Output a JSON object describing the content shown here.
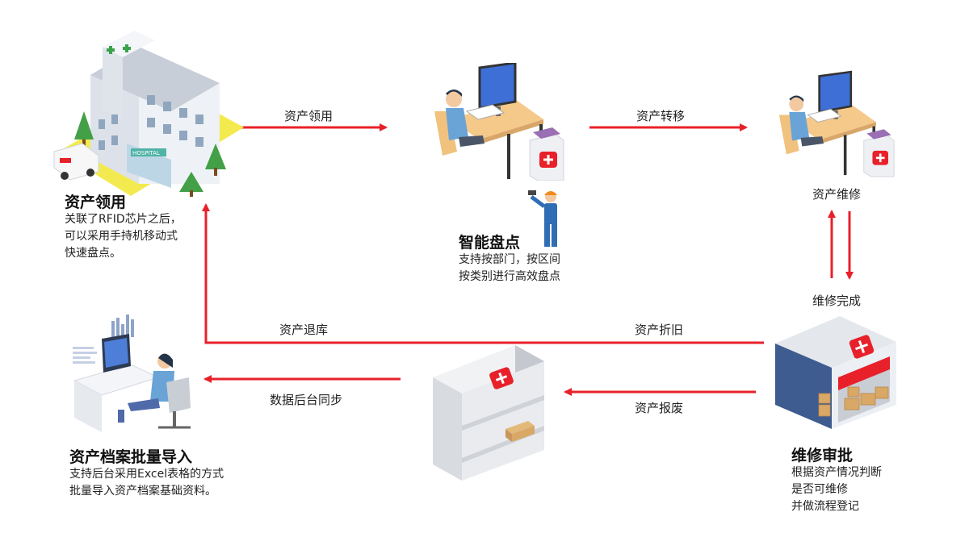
{
  "colors": {
    "accent": "#e8202a",
    "text": "#222222"
  },
  "nodes": {
    "hospital": {
      "title": "资产领用",
      "desc": [
        "关联了RFID芯片之后，",
        "可以采用手持机移动式",
        "快速盘点。"
      ],
      "icon": "hospital-building-icon"
    },
    "inventory": {
      "title": "智能盘点",
      "desc": [
        "支持按部门，按区间",
        "按类别进行高效盘点"
      ],
      "icon": "office-desk-worker-icon"
    },
    "repair_desk": {
      "caption": "资产维修",
      "icon": "office-desk-worker-icon"
    },
    "approval": {
      "title": "维修审批",
      "desc": [
        "根据资产情况判断",
        "是否可维修",
        "并做流程登记"
      ],
      "icon": "warehouse-icon"
    },
    "shelf": {
      "icon": "storage-shelf-icon"
    },
    "import": {
      "title": "资产档案批量导入",
      "desc": [
        "支持后台采用Excel表格的方式",
        "批量导入资产档案基础资料。"
      ],
      "icon": "computer-user-icon"
    }
  },
  "edges": {
    "use": "资产领用",
    "transfer": "资产转移",
    "repair_done": "维修完成",
    "depreciation": "资产折旧",
    "return": "资产退库",
    "scrap": "资产报废",
    "sync": "数据后台同步"
  }
}
